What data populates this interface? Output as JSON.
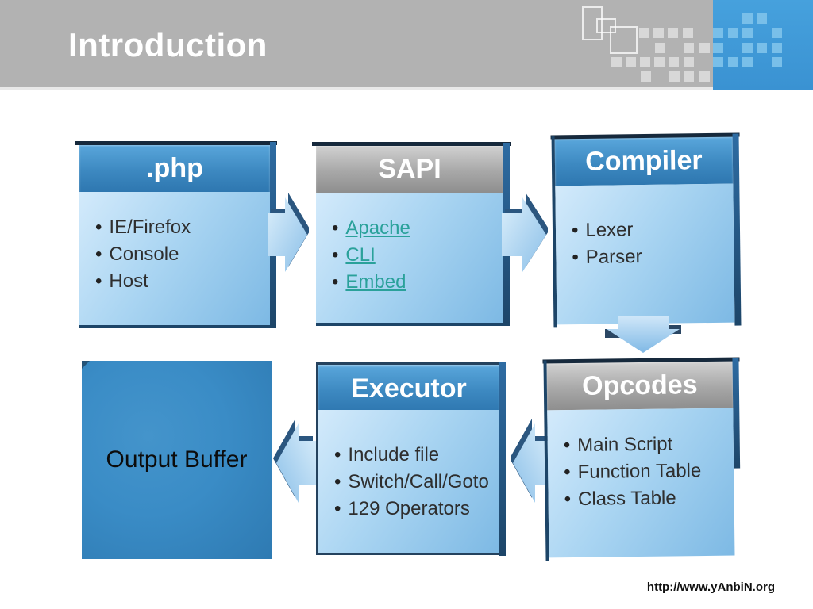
{
  "slide": {
    "title": "Introduction",
    "footer_url": "http://www.yAnbiN.org"
  },
  "boxes": {
    "php": {
      "title": ".php",
      "items": [
        "IE/Firefox",
        "Console",
        "Host"
      ]
    },
    "sapi": {
      "title": "SAPI",
      "links": [
        "Apache",
        "CLI",
        "Embed"
      ]
    },
    "compiler": {
      "title": "Compiler",
      "items": [
        "Lexer",
        "Parser"
      ]
    },
    "opcodes": {
      "title": "Opcodes",
      "items": [
        "Main Script",
        "Function Table",
        "Class Table"
      ]
    },
    "executor": {
      "title": "Executor",
      "items": [
        "Include file",
        "Switch/Call/Goto",
        "129 Operators"
      ]
    },
    "output_buffer": {
      "title": "Output Buffer"
    }
  },
  "colors": {
    "header_band_gray": "#b2b2b2",
    "accent_blue": "#3f9ad7",
    "navy_edge": "#1d4568",
    "link_teal": "#2aa19a",
    "body_light_blue": "#aad5f2"
  }
}
